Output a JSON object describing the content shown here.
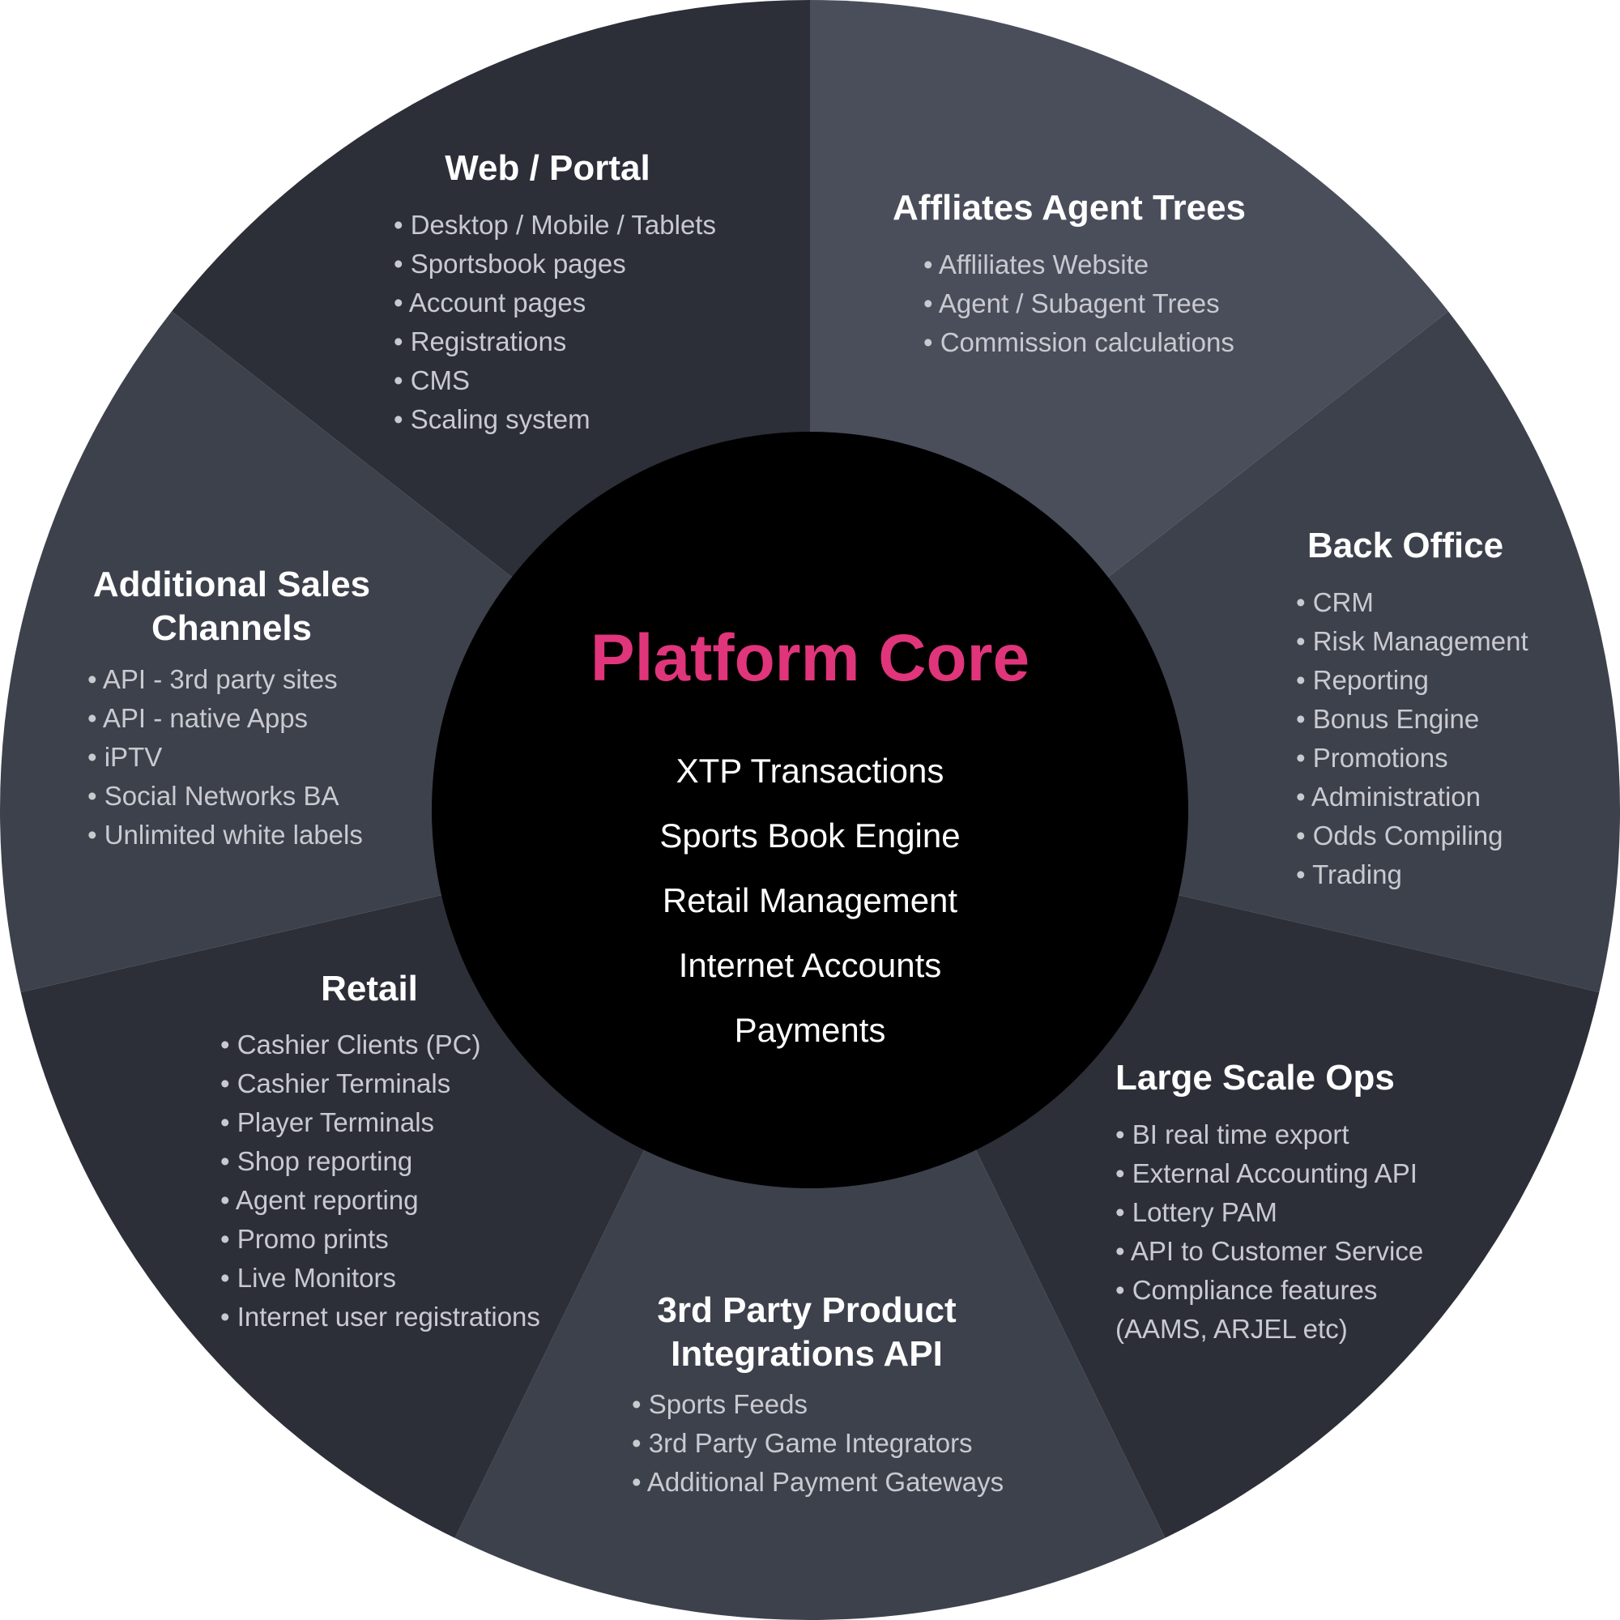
{
  "core": {
    "title": "Platform Core",
    "items": [
      "XTP Transactions",
      "Sports Book Engine",
      "Retail Management",
      "Internet Accounts",
      "Payments"
    ]
  },
  "segments": [
    {
      "key": "web-portal",
      "title": [
        "Web / Portal"
      ],
      "items": [
        "• Desktop / Mobile / Tablets",
        "• Sportsbook pages",
        "• Account pages",
        "• Registrations",
        "• CMS",
        "• Scaling system"
      ],
      "color": "#2c2f38"
    },
    {
      "key": "affiliates",
      "title": [
        "Affliates Agent Trees"
      ],
      "items": [
        "• Affliliates Website",
        "• Agent / Subagent Trees",
        "• Commission calculations"
      ],
      "color": "#4a4e5b"
    },
    {
      "key": "back-office",
      "title": [
        "Back Office"
      ],
      "items": [
        "• CRM",
        "• Risk Management",
        "• Reporting",
        "• Bonus Engine",
        "• Promotions",
        "• Administration",
        "• Odds Compiling",
        "• Trading"
      ],
      "color": "#3d414c"
    },
    {
      "key": "large-scale-ops",
      "title": [
        "Large Scale Ops"
      ],
      "items": [
        "• BI real time export",
        "• External Accounting API",
        "• Lottery PAM",
        "• API to Customer Service",
        "• Compliance features",
        "(AAMS, ARJEL etc)"
      ],
      "color": "#2c2f38"
    },
    {
      "key": "third-party",
      "title": [
        "3rd Party Product",
        "Integrations API"
      ],
      "items": [
        "• Sports Feeds",
        "• 3rd Party Game Integrators",
        "• Additional Payment Gateways"
      ],
      "color": "#3d414c"
    },
    {
      "key": "retail",
      "title": [
        "Retail"
      ],
      "items": [
        "• Cashier Clients (PC)",
        "• Cashier Terminals",
        "• Player Terminals",
        "• Shop reporting",
        "• Agent reporting",
        "• Promo prints",
        "• Live Monitors",
        "• Internet user registrations"
      ],
      "color": "#2c2f38"
    },
    {
      "key": "additional-sales",
      "title": [
        "Additional Sales",
        "Channels"
      ],
      "items": [
        "• API - 3rd party sites",
        "• API - native Apps",
        "• iPTV",
        "• Social Networks BA",
        "• Unlimited white labels"
      ],
      "color": "#3d414c"
    }
  ],
  "colors": {
    "core_fill": "#000000",
    "core_title": "#e0357a",
    "segment_title": "#ffffff",
    "segment_item": "#c9cad0"
  }
}
